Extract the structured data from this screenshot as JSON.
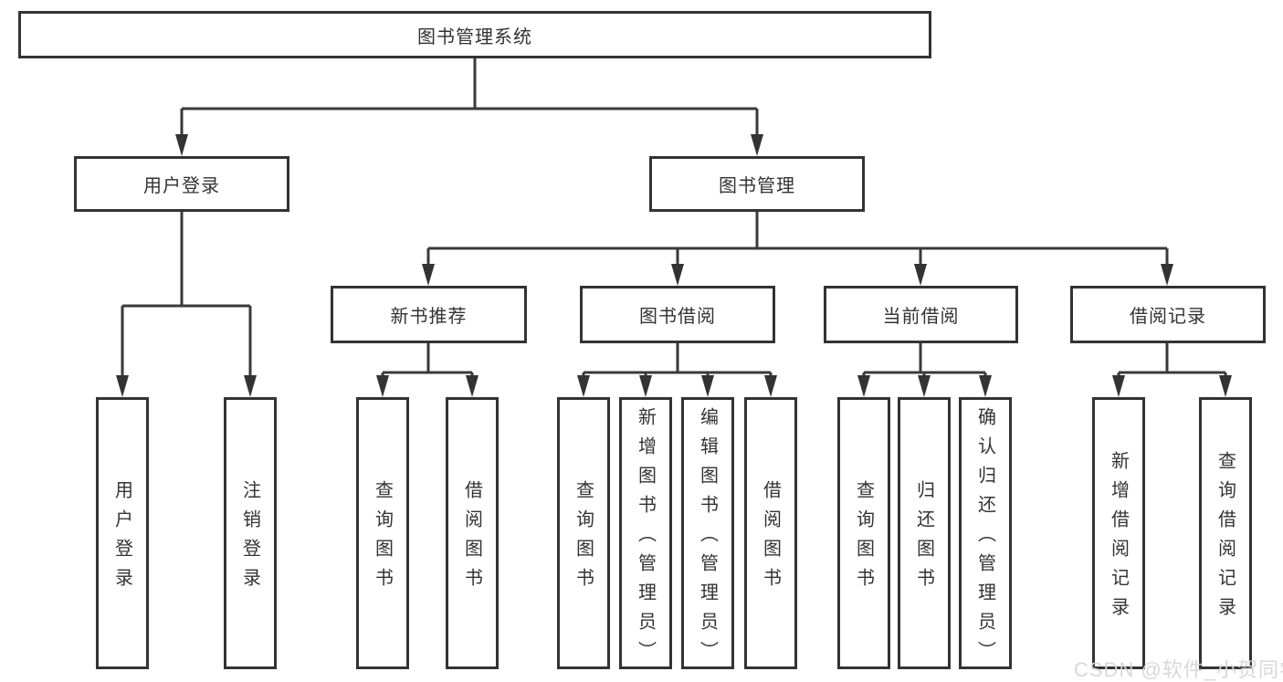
{
  "diagram": {
    "root": {
      "label": "图书管理系统"
    },
    "level2": [
      {
        "label": "用户登录"
      },
      {
        "label": "图书管理"
      }
    ],
    "level3": [
      {
        "label": "新书推荐"
      },
      {
        "label": "图书借阅"
      },
      {
        "label": "当前借阅"
      },
      {
        "label": "借阅记录"
      }
    ],
    "leaves": {
      "user_login": [
        {
          "label": "用户登录"
        },
        {
          "label": "注销登录"
        }
      ],
      "new_book": [
        {
          "label": "查询图书"
        },
        {
          "label": "借阅图书"
        }
      ],
      "book_borrow": [
        {
          "label": "查询图书"
        },
        {
          "label": "新增图书（管理员）"
        },
        {
          "label": "编辑图书（管理员）"
        },
        {
          "label": "借阅图书"
        }
      ],
      "current_borrow": [
        {
          "label": "查询图书"
        },
        {
          "label": "归还图书"
        },
        {
          "label": "确认归还（管理员）"
        }
      ],
      "borrow_records": [
        {
          "label": "新增借阅记录"
        },
        {
          "label": "查询借阅记录"
        }
      ]
    }
  },
  "watermark": "CSDN @软件_小贺同学",
  "colors": {
    "line": "#3a3a3a",
    "box_border": "#333333",
    "text": "#333333",
    "background": "#ffffff",
    "watermark": "#d6d6d6"
  }
}
